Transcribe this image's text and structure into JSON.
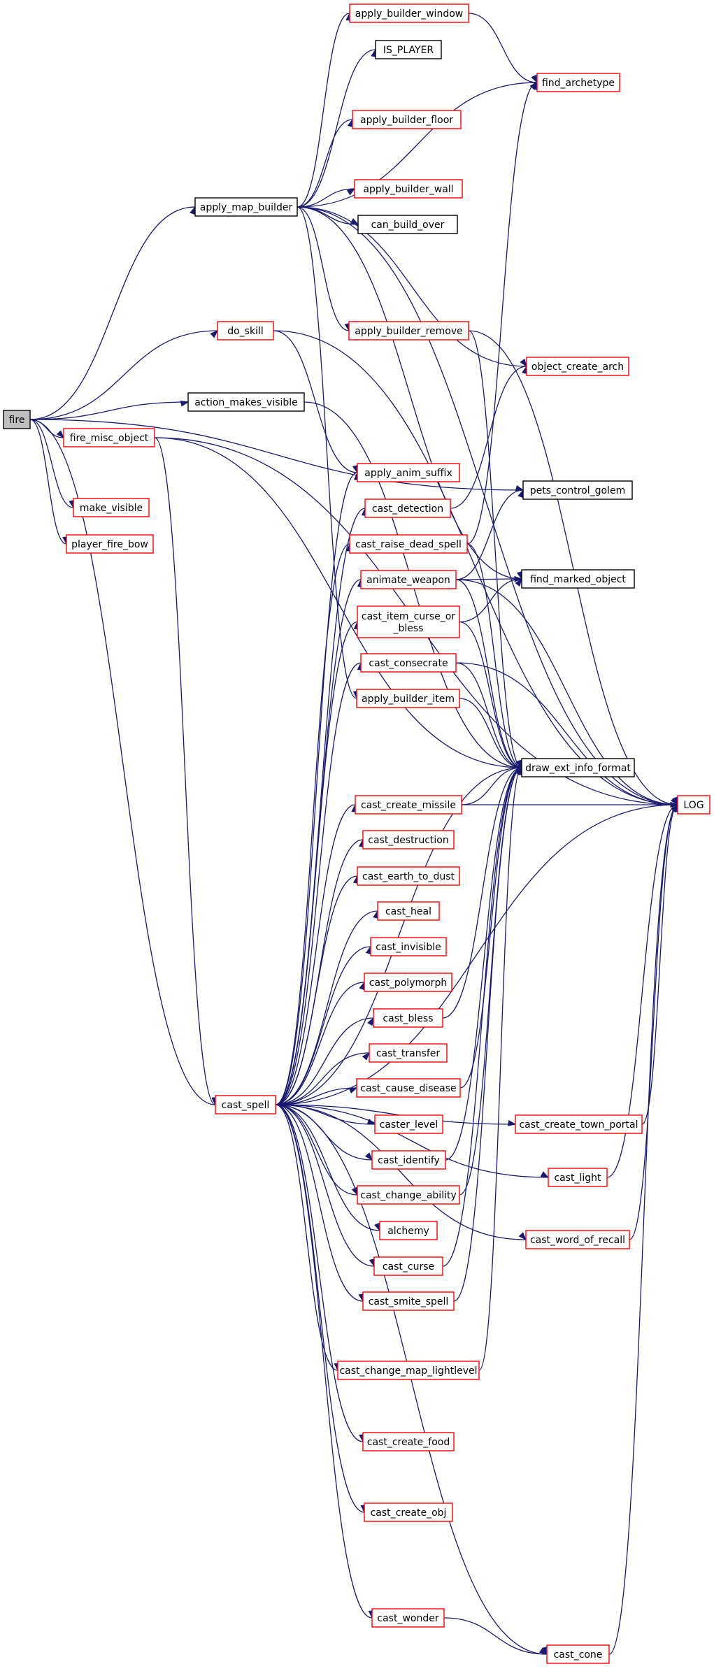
{
  "colors": {
    "edge": "#191970",
    "root_fill": "#bfbfbf",
    "border_documented": "#000000",
    "border_undocumented": "#ff0000",
    "node_fill": "#ffffff"
  },
  "graph": {
    "root": "fire",
    "nodes": [
      {
        "id": "fire",
        "label": [
          "fire"
        ],
        "style": "root"
      },
      {
        "id": "apply_map_builder",
        "label": [
          "apply_map_builder"
        ],
        "style": "black"
      },
      {
        "id": "do_skill",
        "label": [
          "do_skill"
        ],
        "style": "red"
      },
      {
        "id": "action_makes_visible",
        "label": [
          "action_makes_visible"
        ],
        "style": "black"
      },
      {
        "id": "fire_misc_object",
        "label": [
          "fire_misc_object"
        ],
        "style": "red"
      },
      {
        "id": "make_visible",
        "label": [
          "make_visible"
        ],
        "style": "red"
      },
      {
        "id": "player_fire_bow",
        "label": [
          "player_fire_bow"
        ],
        "style": "red"
      },
      {
        "id": "cast_spell",
        "label": [
          "cast_spell"
        ],
        "style": "red"
      },
      {
        "id": "apply_builder_window",
        "label": [
          "apply_builder_window"
        ],
        "style": "red"
      },
      {
        "id": "IS_PLAYER",
        "label": [
          "IS_PLAYER"
        ],
        "style": "black"
      },
      {
        "id": "apply_builder_floor",
        "label": [
          "apply_builder_floor"
        ],
        "style": "red"
      },
      {
        "id": "apply_builder_wall",
        "label": [
          "apply_builder_wall"
        ],
        "style": "red"
      },
      {
        "id": "can_build_over",
        "label": [
          "can_build_over"
        ],
        "style": "black"
      },
      {
        "id": "apply_builder_remove",
        "label": [
          "apply_builder_remove"
        ],
        "style": "red"
      },
      {
        "id": "apply_anim_suffix",
        "label": [
          "apply_anim_suffix"
        ],
        "style": "red"
      },
      {
        "id": "cast_detection",
        "label": [
          "cast_detection"
        ],
        "style": "red"
      },
      {
        "id": "cast_raise_dead_spell",
        "label": [
          "cast_raise_dead_spell"
        ],
        "style": "red"
      },
      {
        "id": "animate_weapon",
        "label": [
          "animate_weapon"
        ],
        "style": "red"
      },
      {
        "id": "cast_item_curse_or_bless",
        "label": [
          "cast_item_curse_or",
          "_bless"
        ],
        "style": "red"
      },
      {
        "id": "cast_consecrate",
        "label": [
          "cast_consecrate"
        ],
        "style": "red"
      },
      {
        "id": "apply_builder_item",
        "label": [
          "apply_builder_item"
        ],
        "style": "red"
      },
      {
        "id": "cast_create_missile",
        "label": [
          "cast_create_missile"
        ],
        "style": "red"
      },
      {
        "id": "cast_destruction",
        "label": [
          "cast_destruction"
        ],
        "style": "red"
      },
      {
        "id": "cast_earth_to_dust",
        "label": [
          "cast_earth_to_dust"
        ],
        "style": "red"
      },
      {
        "id": "cast_heal",
        "label": [
          "cast_heal"
        ],
        "style": "red"
      },
      {
        "id": "cast_invisible",
        "label": [
          "cast_invisible"
        ],
        "style": "red"
      },
      {
        "id": "cast_polymorph",
        "label": [
          "cast_polymorph"
        ],
        "style": "red"
      },
      {
        "id": "cast_bless",
        "label": [
          "cast_bless"
        ],
        "style": "red"
      },
      {
        "id": "cast_transfer",
        "label": [
          "cast_transfer"
        ],
        "style": "red"
      },
      {
        "id": "cast_cause_disease",
        "label": [
          "cast_cause_disease"
        ],
        "style": "red"
      },
      {
        "id": "caster_level",
        "label": [
          "caster_level"
        ],
        "style": "red"
      },
      {
        "id": "cast_identify",
        "label": [
          "cast_identify"
        ],
        "style": "red"
      },
      {
        "id": "cast_change_ability",
        "label": [
          "cast_change_ability"
        ],
        "style": "red"
      },
      {
        "id": "alchemy",
        "label": [
          "alchemy"
        ],
        "style": "red"
      },
      {
        "id": "cast_curse",
        "label": [
          "cast_curse"
        ],
        "style": "red"
      },
      {
        "id": "cast_smite_spell",
        "label": [
          "cast_smite_spell"
        ],
        "style": "red"
      },
      {
        "id": "cast_change_map_lightlevel",
        "label": [
          "cast_change_map_lightlevel"
        ],
        "style": "red"
      },
      {
        "id": "cast_create_food",
        "label": [
          "cast_create_food"
        ],
        "style": "red"
      },
      {
        "id": "cast_create_obj",
        "label": [
          "cast_create_obj"
        ],
        "style": "red"
      },
      {
        "id": "cast_wonder",
        "label": [
          "cast_wonder"
        ],
        "style": "red"
      },
      {
        "id": "cast_cone",
        "label": [
          "cast_cone"
        ],
        "style": "red"
      },
      {
        "id": "find_archetype",
        "label": [
          "find_archetype"
        ],
        "style": "red"
      },
      {
        "id": "object_create_arch",
        "label": [
          "object_create_arch"
        ],
        "style": "red"
      },
      {
        "id": "pets_control_golem",
        "label": [
          "pets_control_golem"
        ],
        "style": "black"
      },
      {
        "id": "find_marked_object",
        "label": [
          "find_marked_object"
        ],
        "style": "black"
      },
      {
        "id": "draw_ext_info_format",
        "label": [
          "draw_ext_info_format"
        ],
        "style": "black"
      },
      {
        "id": "cast_create_town_portal",
        "label": [
          "cast_create_town_portal"
        ],
        "style": "red"
      },
      {
        "id": "cast_light",
        "label": [
          "cast_light"
        ],
        "style": "red"
      },
      {
        "id": "cast_word_of_recall",
        "label": [
          "cast_word_of_recall"
        ],
        "style": "red"
      },
      {
        "id": "LOG",
        "label": [
          "LOG"
        ],
        "style": "red"
      }
    ],
    "edges": [
      [
        "fire",
        "apply_map_builder"
      ],
      [
        "fire",
        "do_skill"
      ],
      [
        "fire",
        "action_makes_visible"
      ],
      [
        "fire",
        "fire_misc_object"
      ],
      [
        "fire",
        "make_visible"
      ],
      [
        "fire",
        "player_fire_bow"
      ],
      [
        "fire",
        "cast_spell"
      ],
      [
        "fire",
        "pets_control_golem"
      ],
      [
        "apply_map_builder",
        "apply_builder_window"
      ],
      [
        "apply_map_builder",
        "IS_PLAYER"
      ],
      [
        "apply_map_builder",
        "find_archetype"
      ],
      [
        "apply_map_builder",
        "apply_builder_floor"
      ],
      [
        "apply_map_builder",
        "apply_builder_wall"
      ],
      [
        "apply_map_builder",
        "can_build_over"
      ],
      [
        "apply_map_builder",
        "apply_builder_remove"
      ],
      [
        "apply_map_builder",
        "object_create_arch"
      ],
      [
        "apply_map_builder",
        "find_marked_object"
      ],
      [
        "apply_map_builder",
        "apply_builder_item"
      ],
      [
        "apply_map_builder",
        "LOG"
      ],
      [
        "apply_builder_window",
        "find_archetype"
      ],
      [
        "apply_builder_remove",
        "draw_ext_info_format"
      ],
      [
        "apply_builder_remove",
        "LOG"
      ],
      [
        "do_skill",
        "apply_anim_suffix"
      ],
      [
        "do_skill",
        "LOG"
      ],
      [
        "action_makes_visible",
        "draw_ext_info_format"
      ],
      [
        "fire_misc_object",
        "cast_spell"
      ],
      [
        "fire_misc_object",
        "draw_ext_info_format"
      ],
      [
        "fire_misc_object",
        "LOG"
      ],
      [
        "cast_spell",
        "apply_anim_suffix"
      ],
      [
        "cast_spell",
        "cast_detection"
      ],
      [
        "cast_spell",
        "cast_raise_dead_spell"
      ],
      [
        "cast_spell",
        "animate_weapon"
      ],
      [
        "cast_spell",
        "cast_item_curse_or_bless"
      ],
      [
        "cast_spell",
        "cast_consecrate"
      ],
      [
        "cast_spell",
        "draw_ext_info_format"
      ],
      [
        "cast_spell",
        "cast_create_missile"
      ],
      [
        "cast_spell",
        "cast_destruction"
      ],
      [
        "cast_spell",
        "cast_earth_to_dust"
      ],
      [
        "cast_spell",
        "cast_heal"
      ],
      [
        "cast_spell",
        "cast_invisible"
      ],
      [
        "cast_spell",
        "cast_polymorph"
      ],
      [
        "cast_spell",
        "cast_bless"
      ],
      [
        "cast_spell",
        "cast_transfer"
      ],
      [
        "cast_spell",
        "cast_cause_disease"
      ],
      [
        "cast_spell",
        "caster_level"
      ],
      [
        "cast_spell",
        "cast_identify"
      ],
      [
        "cast_spell",
        "cast_change_ability"
      ],
      [
        "cast_spell",
        "alchemy"
      ],
      [
        "cast_spell",
        "cast_curse"
      ],
      [
        "cast_spell",
        "cast_smite_spell"
      ],
      [
        "cast_spell",
        "cast_change_map_lightlevel"
      ],
      [
        "cast_spell",
        "cast_create_food"
      ],
      [
        "cast_spell",
        "cast_create_obj"
      ],
      [
        "cast_spell",
        "cast_wonder"
      ],
      [
        "cast_spell",
        "cast_cone"
      ],
      [
        "cast_spell",
        "cast_create_town_portal"
      ],
      [
        "cast_spell",
        "cast_light"
      ],
      [
        "cast_spell",
        "cast_word_of_recall"
      ],
      [
        "cast_spell",
        "LOG"
      ],
      [
        "cast_detection",
        "object_create_arch"
      ],
      [
        "cast_raise_dead_spell",
        "find_archetype"
      ],
      [
        "cast_raise_dead_spell",
        "draw_ext_info_format"
      ],
      [
        "animate_weapon",
        "pets_control_golem"
      ],
      [
        "animate_weapon",
        "find_marked_object"
      ],
      [
        "animate_weapon",
        "draw_ext_info_format"
      ],
      [
        "animate_weapon",
        "LOG"
      ],
      [
        "cast_item_curse_or_bless",
        "find_marked_object"
      ],
      [
        "cast_item_curse_or_bless",
        "draw_ext_info_format"
      ],
      [
        "cast_consecrate",
        "draw_ext_info_format"
      ],
      [
        "cast_consecrate",
        "LOG"
      ],
      [
        "apply_builder_item",
        "draw_ext_info_format"
      ],
      [
        "cast_create_missile",
        "draw_ext_info_format"
      ],
      [
        "cast_create_missile",
        "LOG"
      ],
      [
        "cast_bless",
        "draw_ext_info_format"
      ],
      [
        "cast_cause_disease",
        "draw_ext_info_format"
      ],
      [
        "cast_identify",
        "draw_ext_info_format"
      ],
      [
        "cast_change_ability",
        "draw_ext_info_format"
      ],
      [
        "cast_curse",
        "draw_ext_info_format"
      ],
      [
        "cast_smite_spell",
        "draw_ext_info_format"
      ],
      [
        "cast_change_map_lightlevel",
        "draw_ext_info_format"
      ],
      [
        "cast_create_town_portal",
        "LOG"
      ],
      [
        "cast_light",
        "LOG"
      ],
      [
        "cast_word_of_recall",
        "LOG"
      ],
      [
        "cast_wonder",
        "cast_cone"
      ],
      [
        "cast_cone",
        "LOG"
      ]
    ]
  }
}
